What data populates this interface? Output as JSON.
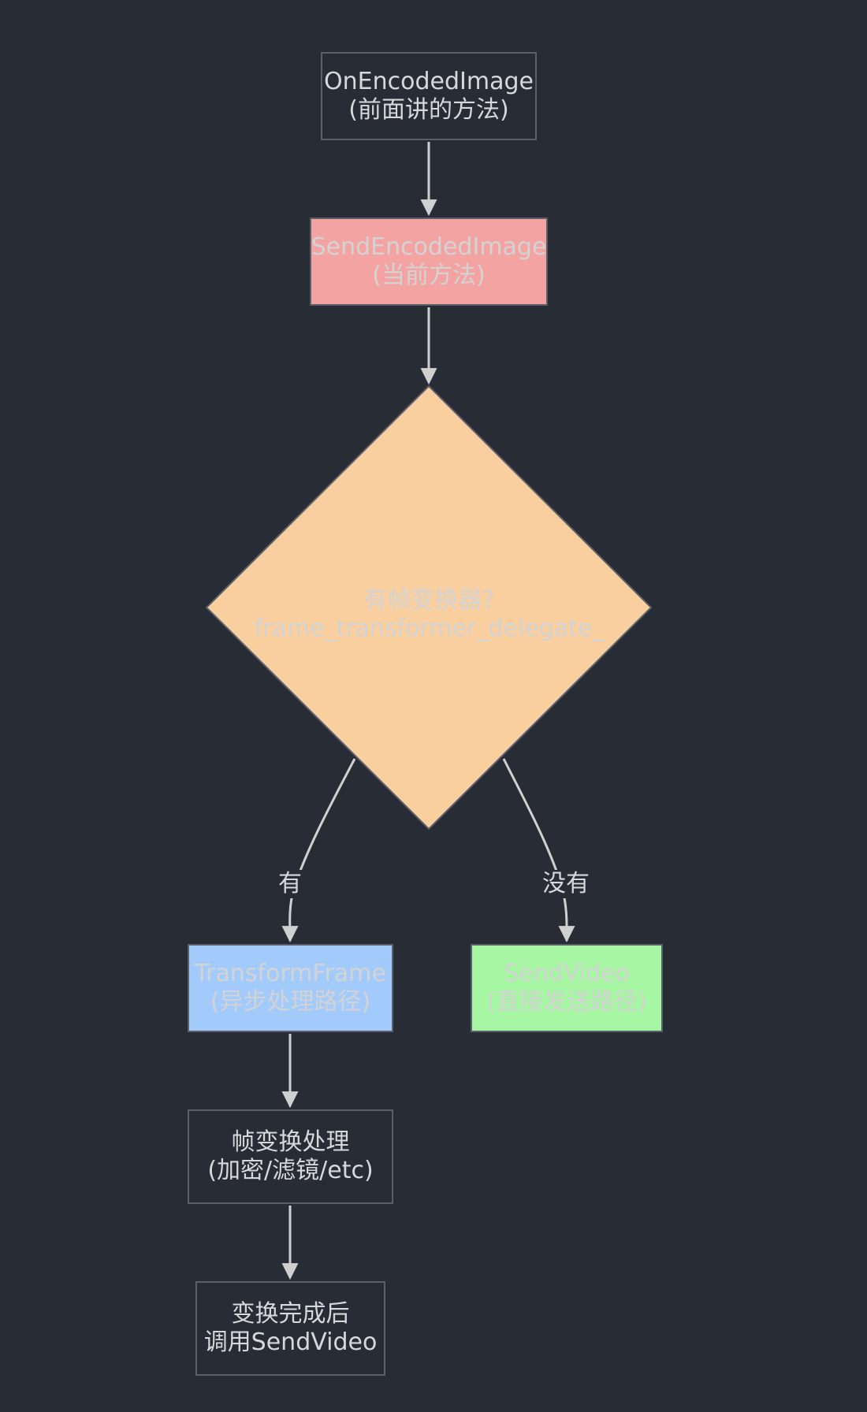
{
  "colors": {
    "background": "#282c34",
    "edge": "#d0d0d0",
    "node_border": "#5a5f6b",
    "current_node_fill": "#f4a3a3",
    "decision_fill": "#f9cfa0",
    "async_node_fill": "#a2cbfb",
    "direct_node_fill": "#a6f5a2"
  },
  "nodes": {
    "on_encoded_image": {
      "line1": "OnEncodedImage",
      "line2": "(前面讲的方法)"
    },
    "send_encoded_image": {
      "line1": "SendEncodedImage",
      "line2": "(当前方法)"
    },
    "decision": {
      "line1": "有帧变换器?",
      "line2": "frame_transformer_delegate_"
    },
    "transform_frame": {
      "line1": "TransformFrame",
      "line2": "(异步处理路径)"
    },
    "send_video": {
      "line1": "SendVideo",
      "line2": "(直接发送路径)"
    },
    "frame_transform_process": {
      "line1": "帧变换处理",
      "line2": "(加密/滤镜/etc)"
    },
    "after_transform": {
      "line1": "变换完成后",
      "line2": "调用SendVideo"
    }
  },
  "edges": {
    "yes_label": "有",
    "no_label": "没有"
  }
}
